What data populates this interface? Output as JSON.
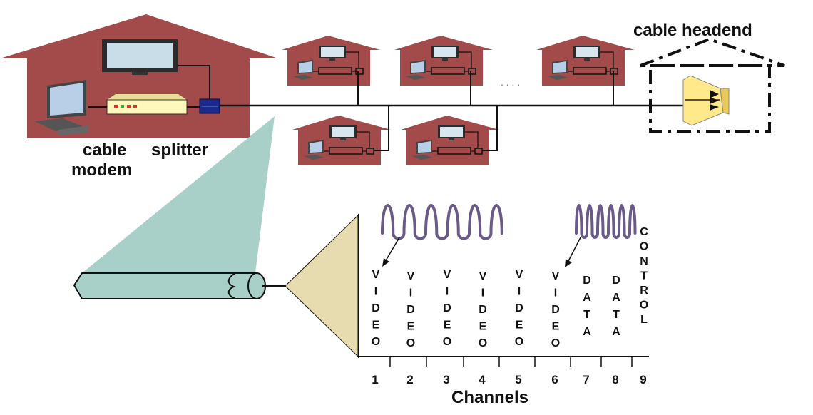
{
  "labels": {
    "cable_headend": "cable headend",
    "cable": "cable",
    "splitter": "splitter",
    "modem": "modem",
    "ellipsis": ". . . .",
    "channels_title": "Channels"
  },
  "channels": [
    {
      "number": "1",
      "kind": "VIDEO"
    },
    {
      "number": "2",
      "kind": "VIDEO"
    },
    {
      "number": "3",
      "kind": "VIDEO"
    },
    {
      "number": "4",
      "kind": "VIDEO"
    },
    {
      "number": "5",
      "kind": "VIDEO"
    },
    {
      "number": "6",
      "kind": "VIDEO"
    },
    {
      "number": "7",
      "kind": "DATA"
    },
    {
      "number": "8",
      "kind": "DATA"
    },
    {
      "number": "9",
      "kind": "CONTROL"
    }
  ],
  "colors": {
    "house": "#a34a4a",
    "cone": "#a8cfc8",
    "fan": "#e6dcaf",
    "wave": "#6a5a88",
    "modem_box": "#fff8bd",
    "splitter_box": "#1a2a8c",
    "headend_fill": "#ffe98a"
  }
}
